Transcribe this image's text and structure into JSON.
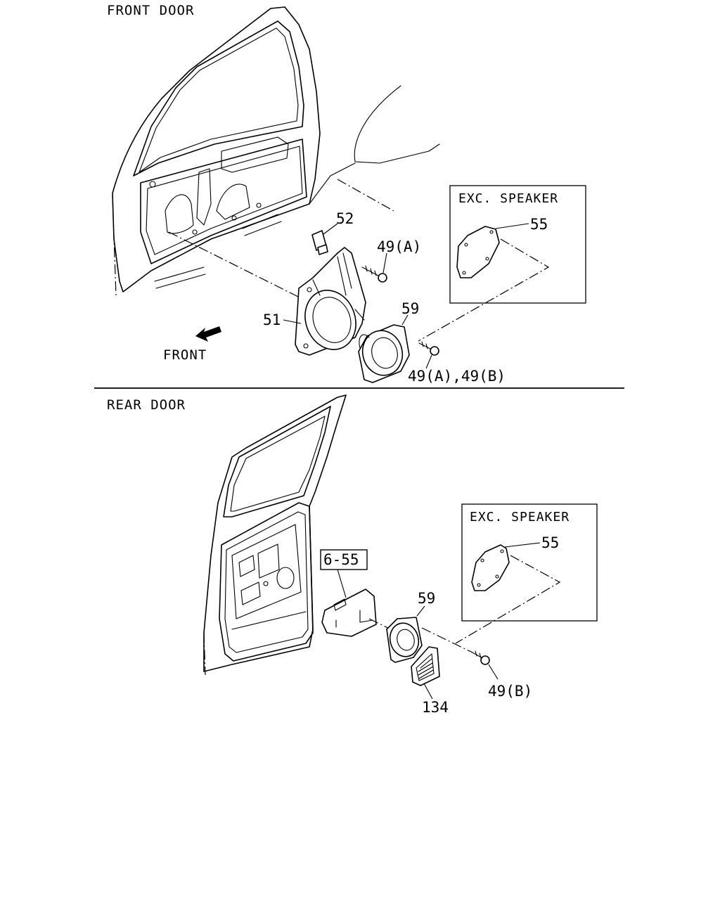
{
  "sections": {
    "front_title": "FRONT DOOR",
    "rear_title": "REAR DOOR"
  },
  "front": {
    "front_arrow_label": "FRONT",
    "exc_box_title": "EXC. SPEAKER",
    "callouts": {
      "c52": "52",
      "c49a": "49(A)",
      "c55": "55",
      "c51": "51",
      "c59": "59",
      "c49ab": "49(A),49(B)"
    }
  },
  "rear": {
    "exc_box_title": "EXC. SPEAKER",
    "ref_box": "6-55",
    "callouts": {
      "c55": "55",
      "c59": "59",
      "c49b": "49(B)",
      "c134": "134"
    }
  }
}
